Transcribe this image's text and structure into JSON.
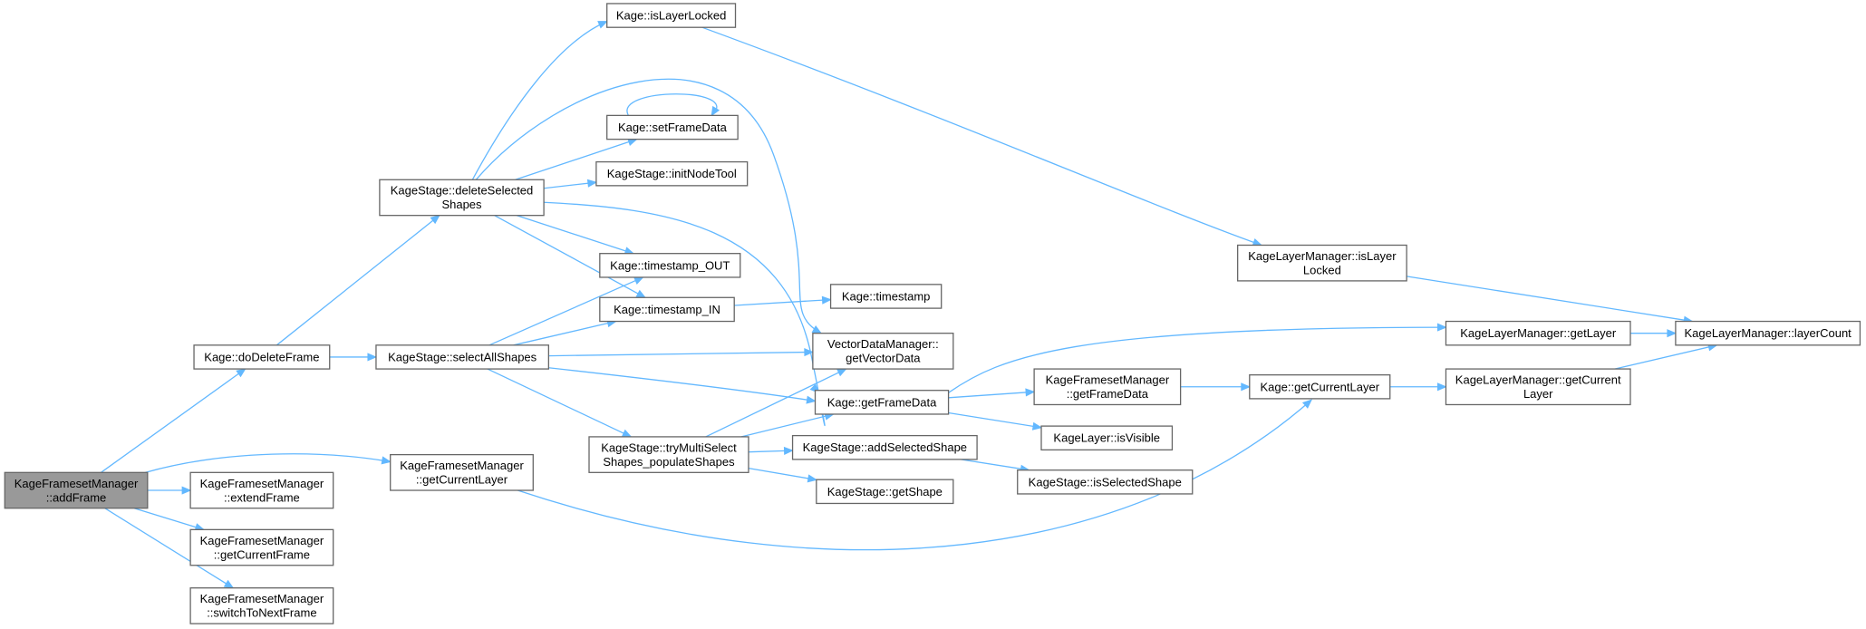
{
  "colors": {
    "edge": "#63b8ff",
    "node_fill": "#ffffff",
    "root_fill": "#999999",
    "node_border": "#666666"
  },
  "nodes": {
    "addFrame": {
      "lines": [
        "KageFramesetManager",
        "::addFrame"
      ],
      "highlighted": true
    },
    "doDeleteFrame": {
      "lines": [
        "Kage::doDeleteFrame"
      ]
    },
    "extendFrame": {
      "lines": [
        "KageFramesetManager",
        "::extendFrame"
      ]
    },
    "getCurrentFrame": {
      "lines": [
        "KageFramesetManager",
        "::getCurrentFrame"
      ]
    },
    "switchToNextFrame": {
      "lines": [
        "KageFramesetManager",
        "::switchToNextFrame"
      ]
    },
    "fsGetCurrentLayer": {
      "lines": [
        "KageFramesetManager",
        "::getCurrentLayer"
      ]
    },
    "deleteSelectedShapes": {
      "lines": [
        "KageStage::deleteSelected",
        "Shapes"
      ]
    },
    "selectAllShapes": {
      "lines": [
        "KageStage::selectAllShapes"
      ]
    },
    "isLayerLocked": {
      "lines": [
        "Kage::isLayerLocked"
      ]
    },
    "setFrameData": {
      "lines": [
        "Kage::setFrameData"
      ]
    },
    "initNodeTool": {
      "lines": [
        "KageStage::initNodeTool"
      ]
    },
    "timestampOut": {
      "lines": [
        "Kage::timestamp_OUT"
      ]
    },
    "timestampIn": {
      "lines": [
        "Kage::timestamp_IN"
      ]
    },
    "tryMultiSelect": {
      "lines": [
        "KageStage::tryMultiSelect",
        "Shapes_populateShapes"
      ]
    },
    "timestamp": {
      "lines": [
        "Kage::timestamp"
      ]
    },
    "getVectorData": {
      "lines": [
        "VectorDataManager::",
        "getVectorData"
      ]
    },
    "getFrameData": {
      "lines": [
        "Kage::getFrameData"
      ]
    },
    "addSelectedShape": {
      "lines": [
        "KageStage::addSelectedShape"
      ]
    },
    "getShape": {
      "lines": [
        "KageStage::getShape"
      ]
    },
    "fsGetFrameData": {
      "lines": [
        "KageFramesetManager",
        "::getFrameData"
      ]
    },
    "isVisible": {
      "lines": [
        "KageLayer::isVisible"
      ]
    },
    "isSelectedShape": {
      "lines": [
        "KageStage::isSelectedShape"
      ]
    },
    "lmIsLayerLocked": {
      "lines": [
        "KageLayerManager::isLayer",
        "Locked"
      ]
    },
    "kageGetCurrentLayer": {
      "lines": [
        "Kage::getCurrentLayer"
      ]
    },
    "lmGetLayer": {
      "lines": [
        "KageLayerManager::getLayer"
      ]
    },
    "lmGetCurrentLayer": {
      "lines": [
        "KageLayerManager::getCurrent",
        "Layer"
      ]
    },
    "layerCount": {
      "lines": [
        "KageLayerManager::layerCount"
      ]
    }
  },
  "edges": [
    [
      "addFrame",
      "doDeleteFrame"
    ],
    [
      "addFrame",
      "extendFrame"
    ],
    [
      "addFrame",
      "getCurrentFrame"
    ],
    [
      "addFrame",
      "switchToNextFrame"
    ],
    [
      "addFrame",
      "fsGetCurrentLayer"
    ],
    [
      "doDeleteFrame",
      "deleteSelectedShapes"
    ],
    [
      "doDeleteFrame",
      "selectAllShapes"
    ],
    [
      "deleteSelectedShapes",
      "isLayerLocked"
    ],
    [
      "deleteSelectedShapes",
      "setFrameData"
    ],
    [
      "deleteSelectedShapes",
      "initNodeTool"
    ],
    [
      "deleteSelectedShapes",
      "timestampOut"
    ],
    [
      "deleteSelectedShapes",
      "timestampIn"
    ],
    [
      "deleteSelectedShapes",
      "getVectorData"
    ],
    [
      "deleteSelectedShapes",
      "getFrameData"
    ],
    [
      "setFrameData",
      "setFrameData"
    ],
    [
      "selectAllShapes",
      "timestampOut"
    ],
    [
      "selectAllShapes",
      "timestampIn"
    ],
    [
      "selectAllShapes",
      "getVectorData"
    ],
    [
      "selectAllShapes",
      "getFrameData"
    ],
    [
      "selectAllShapes",
      "tryMultiSelect"
    ],
    [
      "timestampIn",
      "timestamp"
    ],
    [
      "tryMultiSelect",
      "getVectorData"
    ],
    [
      "tryMultiSelect",
      "getFrameData"
    ],
    [
      "tryMultiSelect",
      "addSelectedShape"
    ],
    [
      "tryMultiSelect",
      "getShape"
    ],
    [
      "addSelectedShape",
      "isSelectedShape"
    ],
    [
      "getFrameData",
      "lmGetLayer"
    ],
    [
      "getFrameData",
      "fsGetFrameData"
    ],
    [
      "getFrameData",
      "isVisible"
    ],
    [
      "fsGetFrameData",
      "kageGetCurrentLayer"
    ],
    [
      "fsGetCurrentLayer",
      "kageGetCurrentLayer"
    ],
    [
      "isLayerLocked",
      "lmIsLayerLocked"
    ],
    [
      "lmIsLayerLocked",
      "layerCount"
    ],
    [
      "lmGetLayer",
      "layerCount"
    ],
    [
      "kageGetCurrentLayer",
      "lmGetCurrentLayer"
    ],
    [
      "lmGetCurrentLayer",
      "layerCount"
    ]
  ]
}
